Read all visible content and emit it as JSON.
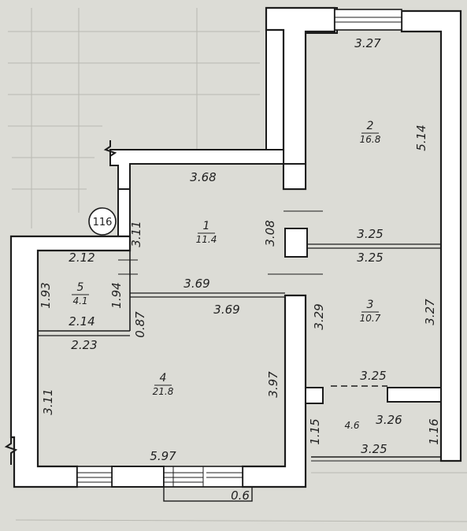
{
  "plan": {
    "building_number": "116",
    "rooms": [
      {
        "id": "1",
        "area": "11.4"
      },
      {
        "id": "2",
        "area": "16.8"
      },
      {
        "id": "3",
        "area": "10.7"
      },
      {
        "id": "4",
        "area": "21.8"
      },
      {
        "id": "5",
        "area": "4.1"
      },
      {
        "id": "",
        "area": "4.6"
      }
    ],
    "dimensions": [
      "3.27",
      "5.14",
      "3.68",
      "3.11",
      "3.08",
      "3.25",
      "3.25",
      "2.12",
      "1.93",
      "1.94",
      "3.69",
      "3.69",
      "2.14",
      "0.87",
      "2.23",
      "3.29",
      "3.27",
      "3.25",
      "3.11",
      "3.97",
      "3.26",
      "1.15",
      "1.16",
      "3.25",
      "5.97",
      "0.6"
    ]
  }
}
